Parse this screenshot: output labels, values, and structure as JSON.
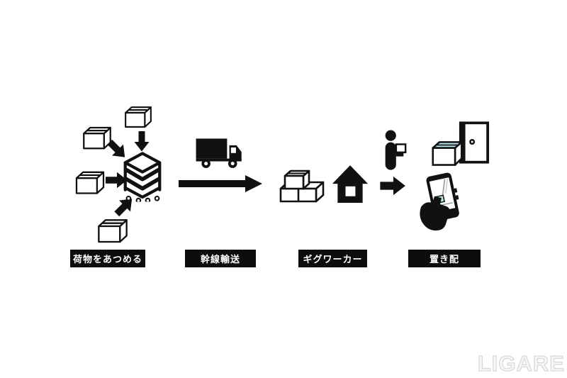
{
  "colors": {
    "background": "#ffffff",
    "icon": "#111111",
    "label_background": "#0d0d0d",
    "label_text": "#ffffff",
    "package_accent": "#b7e7e9",
    "watermark": "#d9d9d9"
  },
  "stages": [
    {
      "id": "collect-packages",
      "label": "荷物をあつめる",
      "icons": [
        "package-box-icon",
        "package-box-icon",
        "package-box-icon",
        "package-box-icon",
        "arrow-down-icon",
        "arrow-down-right-icon",
        "arrow-right-icon",
        "arrow-up-right-icon",
        "cage-cart-icon"
      ]
    },
    {
      "id": "trunk-transport",
      "label": "幹線輸送",
      "icons": [
        "truck-icon",
        "arrow-right-long-icon"
      ]
    },
    {
      "id": "gig-worker",
      "label": "ギグワーカー",
      "icons": [
        "package-stack-icon",
        "house-icon",
        "courier-with-package-icon",
        "arrow-right-icon"
      ]
    },
    {
      "id": "unattended-delivery",
      "label": "置き配",
      "icons": [
        "door-icon",
        "package-box-accent-icon",
        "hand-phone-photo-icon"
      ]
    }
  ],
  "watermark": {
    "text": "LIGARE"
  }
}
